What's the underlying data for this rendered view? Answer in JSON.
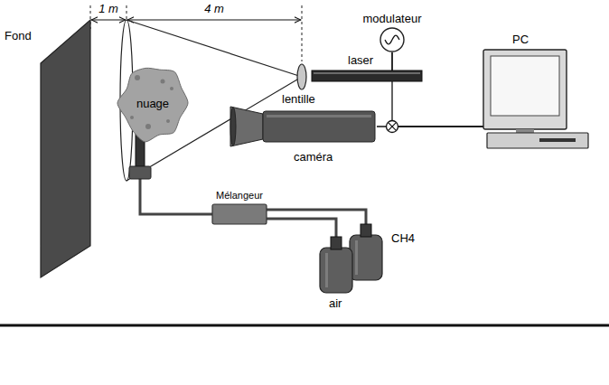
{
  "diagram": {
    "nodes": [
      {
        "text": [
          "Fond"
        ]
      },
      {
        "text": [
          "nuage"
        ]
      },
      {
        "text": [
          "lentille"
        ]
      },
      {
        "text": [
          "laser"
        ]
      },
      {
        "text": [
          "modulateur"
        ]
      },
      {
        "text": [
          "caméra"
        ]
      },
      {
        "text": [
          "PC"
        ]
      },
      {
        "text": [
          "Mélangeur"
        ]
      },
      {
        "text": [
          "CH4"
        ]
      },
      {
        "text": [
          "air"
        ]
      }
    ],
    "edges": [
      {
        "from": 4,
        "to": 3,
        "arrow": "none"
      },
      {
        "from": 4,
        "to": 6,
        "arrow": "none"
      },
      {
        "from": 5,
        "to": 6,
        "arrow": "none"
      },
      {
        "from": 7,
        "to": 1,
        "arrow": "none"
      },
      {
        "from": 8,
        "to": 7,
        "arrow": "none"
      },
      {
        "from": 9,
        "to": 7,
        "arrow": "none"
      }
    ],
    "labels": [
      "1 m",
      "4 m"
    ]
  }
}
